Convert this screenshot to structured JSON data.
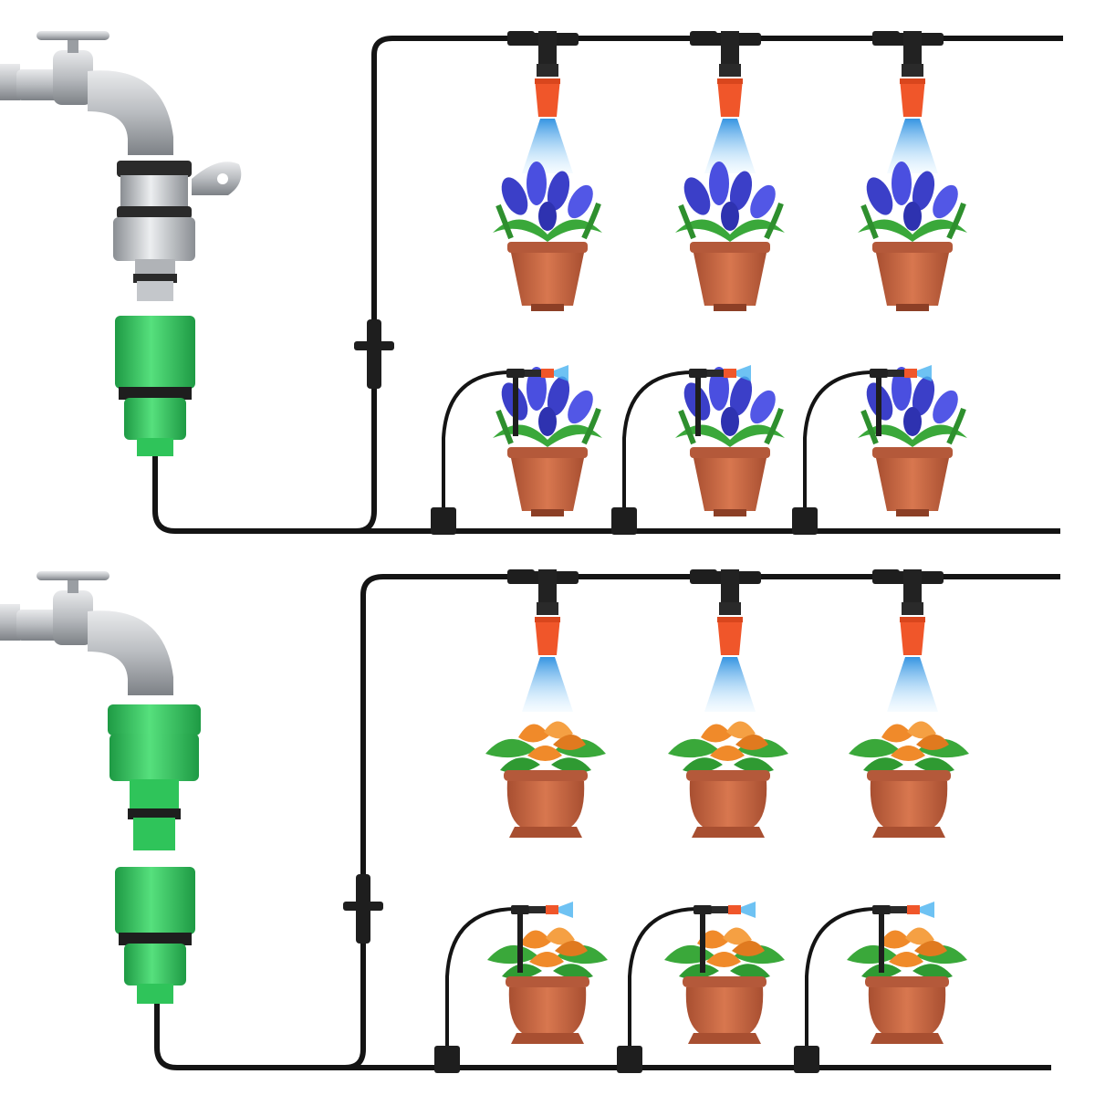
{
  "colors": {
    "background": "#ffffff",
    "tube": "#141414",
    "connector": "#1e1e1e",
    "faucet_metal": "#b9bcc0",
    "faucet_dark": "#6f7378",
    "adapter_green": "#2fc45a",
    "adapter_green_dark": "#1e9a44",
    "nozzle_orange": "#f0562a",
    "spray_blue": "#4ab3f0",
    "pot_terracotta": "#c2623f",
    "pot_rim": "#a84f31",
    "flower_blue": "#3b3fc8",
    "leaf_green": "#3aa83a",
    "leaf_orange": "#f08a2a"
  },
  "panels": [
    {
      "faucet_adapter": "gray-coupling",
      "plant": "blue-flower-plant",
      "pot": "round-pot"
    },
    {
      "faucet_adapter": "green-coupling",
      "plant": "orange-leaf-plant",
      "pot": "footed-pot"
    }
  ],
  "icons": {
    "faucet": "faucet-icon",
    "mist_nozzle": "mist-nozzle-icon",
    "drip_stake": "drip-stake-icon",
    "tee": "tee-connector-icon",
    "quick_connector": "quick-connector-icon"
  }
}
